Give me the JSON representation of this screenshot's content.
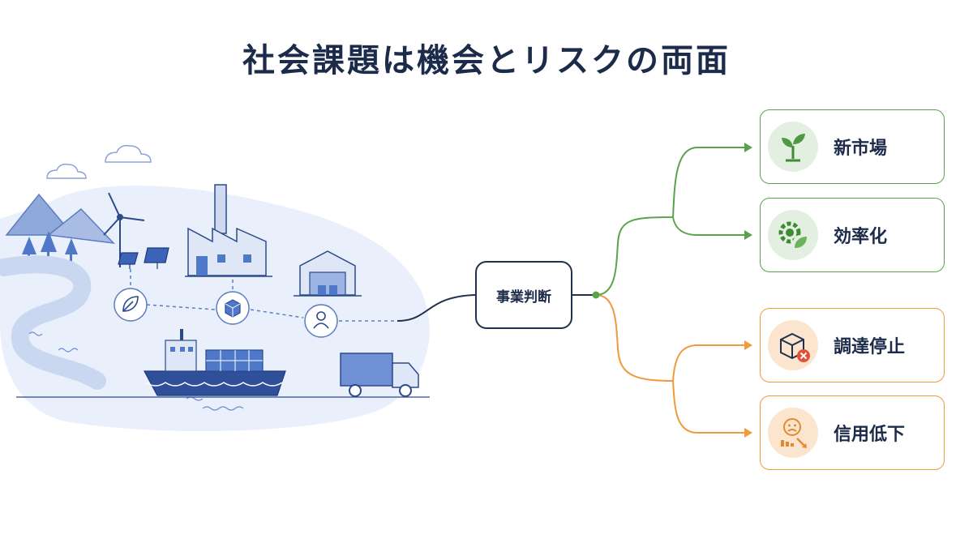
{
  "title": "社会課題は機会とリスクの両面",
  "decision": {
    "label": "事業判断"
  },
  "outcomes": [
    {
      "label": "新市場",
      "type": "opportunity",
      "icon": "sprout-icon",
      "color": "#5aa34d"
    },
    {
      "label": "効率化",
      "type": "opportunity",
      "icon": "gear-leaf-icon",
      "color": "#5aa34d"
    },
    {
      "label": "調達停止",
      "type": "risk",
      "icon": "box-cross-icon",
      "color": "#ef9a3d"
    },
    {
      "label": "信用低下",
      "type": "risk",
      "icon": "sad-chart-down-icon",
      "color": "#ef9a3d"
    }
  ],
  "illustration": {
    "elements": [
      "mountains-icon",
      "trees-icon",
      "river-icon",
      "wind-turbine-icon",
      "solar-panel-icon",
      "factory-icon",
      "warehouse-icon",
      "cargo-ship-icon",
      "truck-icon",
      "leaf-node-icon",
      "box-node-icon",
      "person-node-icon",
      "cloud-icon"
    ]
  }
}
